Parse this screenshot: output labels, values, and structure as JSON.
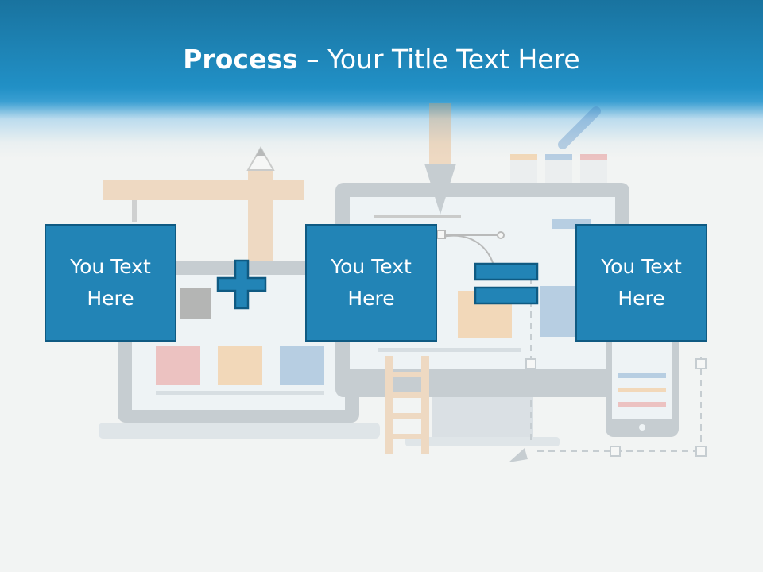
{
  "slide": {
    "title_bold": "Process",
    "title_rest": " – Your Title Text Here",
    "boxes": [
      {
        "text": "You Text\nHere"
      },
      {
        "text": "You Text\nHere"
      },
      {
        "text": "You Text\nHere"
      }
    ],
    "operators": [
      "plus-icon",
      "equals-icon"
    ],
    "colors": {
      "header": "#2190c6",
      "box_fill": "#2284b6",
      "box_border": "#0f5a82",
      "background": "#f2f4f3"
    }
  }
}
